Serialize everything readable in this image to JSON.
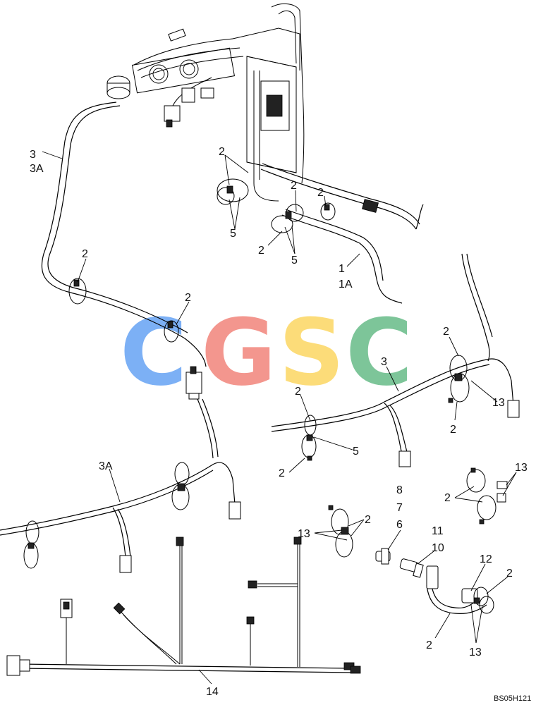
{
  "diagram": {
    "code": "BS05H121",
    "watermark": {
      "letters": [
        "C",
        "G",
        "S",
        "C"
      ],
      "colors": [
        "#6ea8f5",
        "#f28b82",
        "#fcd96b",
        "#6fbf8f"
      ]
    },
    "callouts": {
      "top": {
        "c3": "3",
        "c3a": "3A",
        "c2a": "2",
        "c5a": "5",
        "c2b": "2",
        "c2c": "2",
        "c2d": "2",
        "c5b": "5",
        "c1": "1",
        "c1a": "1A",
        "c2e": "2",
        "c2f": "2"
      },
      "right": {
        "c2g": "2",
        "c3b": "3",
        "c13a": "13",
        "c2h": "2",
        "c2i": "2",
        "c5c": "5",
        "c2j": "2"
      },
      "left": {
        "c3a2": "3A"
      },
      "small": {
        "c13b": "13",
        "c2k": "2",
        "c13c": "13",
        "c2l": "2",
        "c8": "8",
        "c7": "7",
        "c6": "6",
        "c11": "11",
        "c10": "10",
        "c12": "12",
        "c2m": "2",
        "c2n": "2",
        "c13d": "13",
        "c14": "14"
      }
    }
  }
}
